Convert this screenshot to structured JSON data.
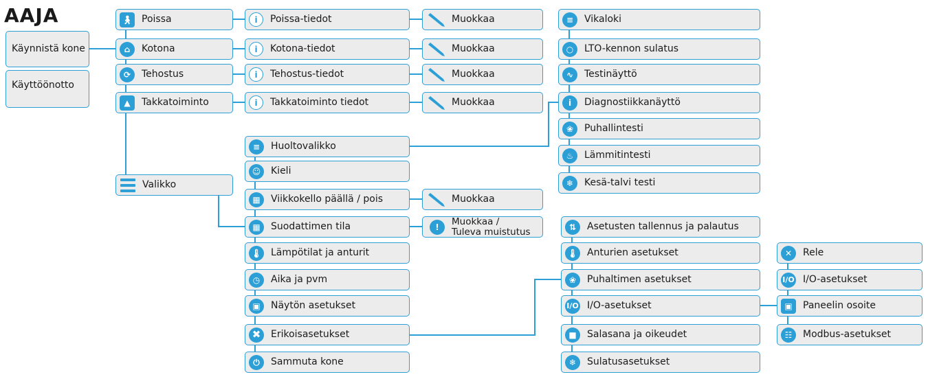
{
  "title": "AAJA",
  "left": {
    "start": "Käynnistä kone",
    "commissioning": "Käyttöönotto"
  },
  "modes": [
    {
      "label": "Poissa",
      "info": "Poissa-tiedot",
      "edit": "Muokkaa",
      "icon": "away-icon"
    },
    {
      "label": "Kotona",
      "info": "Kotona-tiedot",
      "edit": "Muokkaa",
      "icon": "home-icon"
    },
    {
      "label": "Tehostus",
      "info": "Tehostus-tiedot",
      "edit": "Muokkaa",
      "icon": "boost-icon"
    },
    {
      "label": "Takkatoiminto",
      "info": "Takkatoiminto tiedot",
      "edit": "Muokkaa",
      "icon": "fireplace-icon"
    }
  ],
  "menu": "Valikko",
  "menu_items": [
    {
      "label": "Huoltovalikko",
      "icon": "service-menu-icon"
    },
    {
      "label": "Kieli",
      "icon": "language-icon"
    },
    {
      "label": "Viikkokello päällä / pois",
      "icon": "weekly-clock-icon"
    },
    {
      "label": "Suodattimen tila",
      "icon": "filter-icon"
    },
    {
      "label": "Lämpötilat ja anturit",
      "icon": "thermometer-icon"
    },
    {
      "label": "Aika ja pvm",
      "icon": "clock-icon"
    },
    {
      "label": "Näytön asetukset",
      "icon": "display-icon"
    },
    {
      "label": "Erikoisasetukset",
      "icon": "tools-icon"
    },
    {
      "label": "Sammuta kone",
      "icon": "power-icon"
    }
  ],
  "weekly_edit": "Muokkaa",
  "filter_edit_line1": "Muokkaa /",
  "filter_edit_line2": "Tuleva muistutus",
  "service_items": [
    {
      "label": "Vikaloki",
      "icon": "fault-log-icon"
    },
    {
      "label": "LTO-kennon sulatus",
      "icon": "defrost-icon"
    },
    {
      "label": "Testinäyttö",
      "icon": "test-screen-icon"
    },
    {
      "label": "Diagnostiikkanäyttö",
      "icon": "diagnostics-icon"
    },
    {
      "label": "Puhallintesti",
      "icon": "fan-icon"
    },
    {
      "label": "Lämmitintesti",
      "icon": "heater-icon"
    },
    {
      "label": "Kesä-talvi testi",
      "icon": "summer-winter-icon"
    }
  ],
  "special_items": [
    {
      "label": "Asetusten tallennus ja palautus",
      "icon": "save-restore-icon"
    },
    {
      "label": "Anturien asetukset",
      "icon": "sensor-icon"
    },
    {
      "label": "Puhaltimen asetukset",
      "icon": "fan-settings-icon"
    },
    {
      "label": "I/O-asetukset",
      "icon": "io-icon"
    },
    {
      "label": "Salasana ja oikeudet",
      "icon": "lock-icon"
    },
    {
      "label": "Sulatusasetukset",
      "icon": "defrost-settings-icon"
    }
  ],
  "io_items": [
    {
      "label": "Rele",
      "icon": "relay-icon"
    },
    {
      "label": "I/O-asetukset",
      "icon": "io-icon"
    },
    {
      "label": "Paneelin osoite",
      "icon": "panel-icon"
    },
    {
      "label": "Modbus-asetukset",
      "icon": "network-icon"
    }
  ],
  "colors": {
    "accent": "#2b9fd6",
    "node_bg": "#ececec"
  }
}
